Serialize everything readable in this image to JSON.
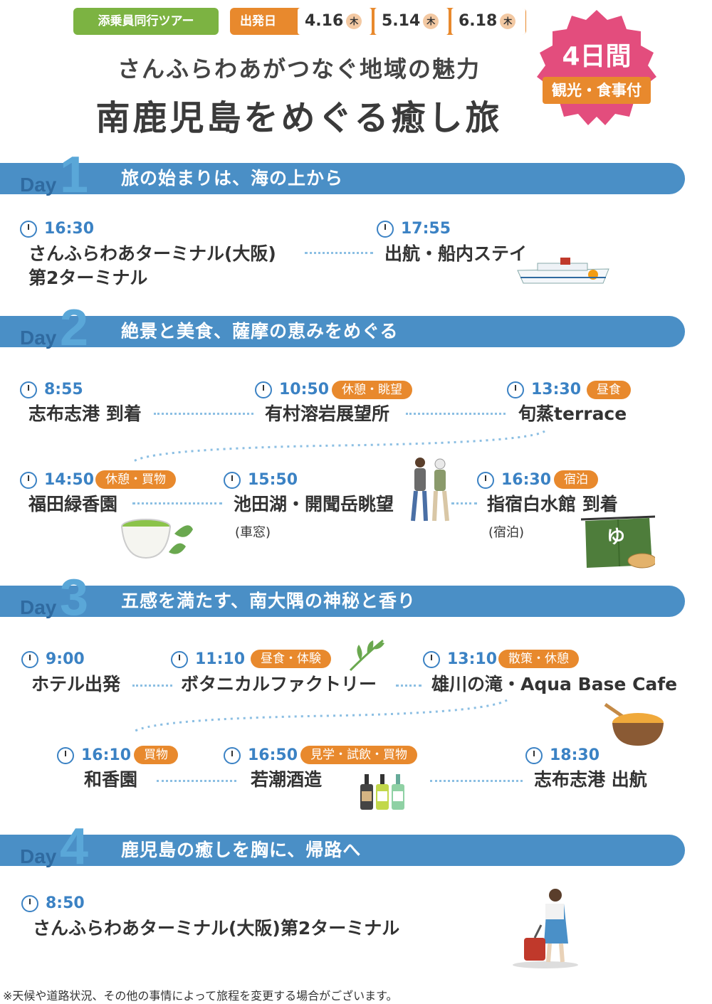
{
  "header": {
    "tour_tag": "添乗員同行ツアー",
    "departure_label": "出発日",
    "dates": [
      {
        "date": "4.16",
        "dow": "木"
      },
      {
        "date": "5.14",
        "dow": "木"
      },
      {
        "date": "6.18",
        "dow": "木"
      }
    ],
    "subtitle": "さんふらわあがつなぐ地域の魅力",
    "title": "南鹿児島をめぐる癒し旅",
    "badge_days": "4日間",
    "badge_note": "観光・食事付"
  },
  "days": [
    {
      "word": "Day",
      "num": "1",
      "title": "旅の始まりは、海の上から",
      "stops": [
        {
          "time": "16:30",
          "place": "さんふらわあターミナル(大阪)",
          "place2": "第2ターミナル"
        },
        {
          "time": "17:55",
          "place": "出航・船内ステイ"
        }
      ]
    },
    {
      "word": "Day",
      "num": "2",
      "title": "絶景と美食、薩摩の恵みをめぐる",
      "stops": [
        {
          "time": "8:55",
          "place": "志布志港 到着"
        },
        {
          "time": "10:50",
          "activity": "休憩・眺望",
          "place": "有村溶岩展望所"
        },
        {
          "time": "13:30",
          "activity": "昼食",
          "place": "旬蒸terrace"
        },
        {
          "time": "14:50",
          "activity": "休憩・買物",
          "place": "福田緑香園"
        },
        {
          "time": "15:50",
          "place": "池田湖・開聞岳眺望",
          "note": "(車窓)"
        },
        {
          "time": "16:30",
          "activity": "宿泊",
          "place": "指宿白水館 到着",
          "note": "(宿泊)"
        }
      ]
    },
    {
      "word": "Day",
      "num": "3",
      "title": "五感を満たす、南大隅の神秘と香り",
      "stops": [
        {
          "time": "9:00",
          "place": "ホテル出発"
        },
        {
          "time": "11:10",
          "activity": "昼食・体験",
          "place": "ボタニカルファクトリー"
        },
        {
          "time": "13:10",
          "activity": "散策・休憩",
          "place": "雄川の滝・Aqua Base Cafe"
        },
        {
          "time": "16:10",
          "activity": "買物",
          "place": "和香園"
        },
        {
          "time": "16:50",
          "activity": "見学・試飲・買物",
          "place": "若潮酒造"
        },
        {
          "time": "18:30",
          "place": "志布志港 出航"
        }
      ]
    },
    {
      "word": "Day",
      "num": "4",
      "title": "鹿児島の癒しを胸に、帰路へ",
      "stops": [
        {
          "time": "8:50",
          "place": "さんふらわあターミナル(大阪)第2ターミナル"
        }
      ]
    }
  ],
  "illustrations": {
    "noren_char": "ゆ"
  },
  "footnote": "※天候や道路状況、その他の事情によって旅程を変更する場合がございます。",
  "colors": {
    "band": "#4a8fc6",
    "accent_orange": "#e8892d",
    "tag_green": "#7cb342",
    "badge_pink": "#e34d7d",
    "time_blue": "#3b82c4"
  }
}
